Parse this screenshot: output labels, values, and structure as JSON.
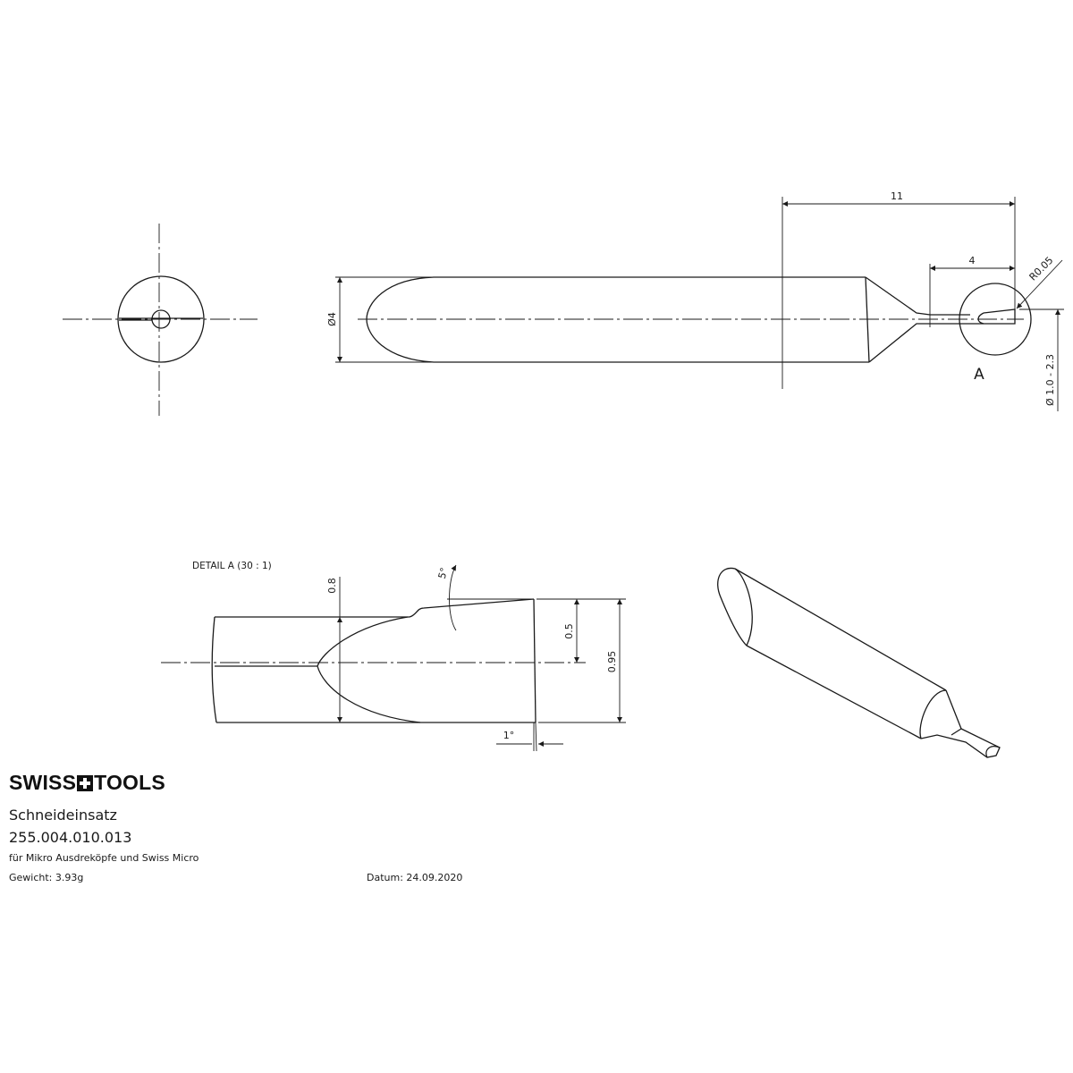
{
  "drawing": {
    "dimensions": {
      "length_total": "11",
      "length_neck": "4",
      "tip_radius": "R0.05",
      "shank_diameter": "Ø4",
      "bore_range": "Ø 1.0 - 2.3",
      "detail_marker": "A"
    },
    "detail": {
      "title": "DETAIL A (30 : 1)",
      "height_08": "0.8",
      "height_05": "0.5",
      "height_095": "0.95",
      "angle_top": "5°",
      "angle_front": "1°"
    }
  },
  "title_block": {
    "brand": [
      "SWISS",
      "TOOLS"
    ],
    "product_name": "Schneideinsatz",
    "article_number": "255.004.010.013",
    "description": "für Mikro Ausdreköpfe und Swiss Micro",
    "weight": "Gewicht: 3.93g",
    "date": "Datum: 24.09.2020"
  }
}
